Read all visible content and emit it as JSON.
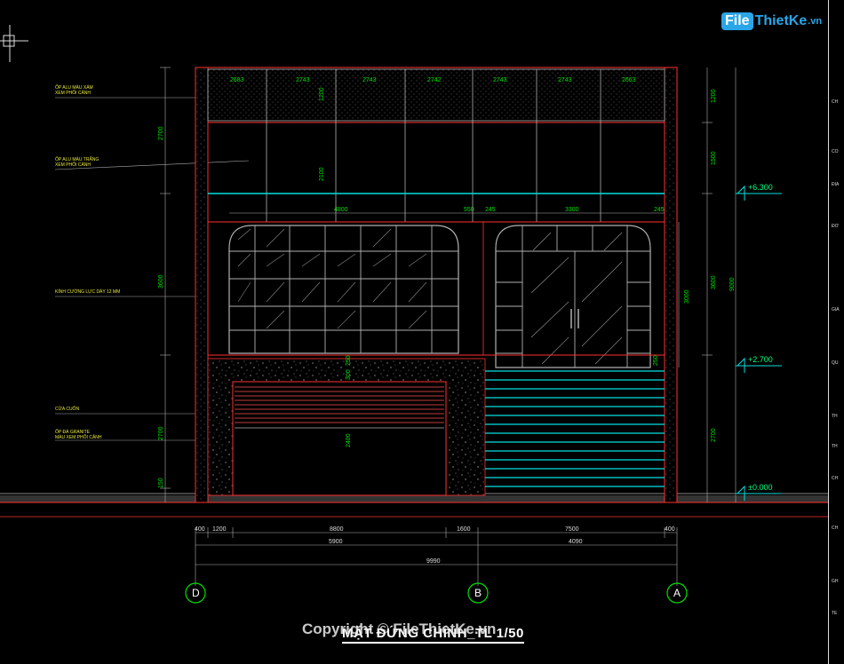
{
  "title": "MẶT ĐỨNG CHÍNH_TL 1/50",
  "watermark": "Copyright © FileThietKe.vn",
  "logo": {
    "file": "File",
    "thietke": "ThietKe",
    "vn": ".vn"
  },
  "annotations": [
    {
      "line1": "ỐP ALU MÀU XÁM",
      "line2": "XEM PHỐI CẢNH"
    },
    {
      "line1": "ỐP ALU MÀU TRẮNG",
      "line2": "XEM PHỐI CẢNH"
    },
    {
      "line1": "KÍNH CƯỜNG LỰC DÀY 12 MM",
      "line2": ""
    },
    {
      "line1": "CỬA CUỐN",
      "line2": ""
    },
    {
      "line1": "ỐP ĐÁ GRANITE",
      "line2": "MÀU XEM PHỐI CẢNH"
    }
  ],
  "levels": [
    "+6.300",
    "+2.700",
    "±0.000"
  ],
  "top_panel_dims": [
    "2683",
    "2743",
    "2743",
    "2742",
    "2743",
    "2743",
    "2663"
  ],
  "left_height_dims": [
    "2700",
    "3600",
    "2700",
    "150"
  ],
  "right_height_dims": [
    "1200",
    "1500",
    "3600",
    "2700"
  ],
  "total_height_dim": "9000",
  "inner_dims": {
    "h1200": "1200",
    "h2100": "2100",
    "w4800": "4800",
    "w550": "550",
    "w245a": "245",
    "w3300": "3300",
    "w245b": "245",
    "h3000": "3000",
    "h300": "300",
    "h250a": "250",
    "h250b": "250",
    "h2400": "2400"
  },
  "bottom_dims_row1": [
    "400",
    "1200",
    "8800",
    "1600",
    "7500",
    "400"
  ],
  "bottom_dims_row2": [
    "5900",
    "4090"
  ],
  "bottom_total": "9990",
  "axes": [
    "D",
    "B",
    "A"
  ],
  "side_labels": [
    "CH",
    "CO",
    "ĐỊA",
    "ĐƠ",
    "GIÁ",
    "QU",
    "TH",
    "TH",
    "CH",
    "CH",
    "GH",
    "TE"
  ],
  "colors": {
    "background": "#000000",
    "wall": "#ff3030",
    "glass": "#b0b0b0",
    "cyan": "#00e0e0",
    "dimension": "#00e000",
    "annotation": "#e8e840"
  }
}
